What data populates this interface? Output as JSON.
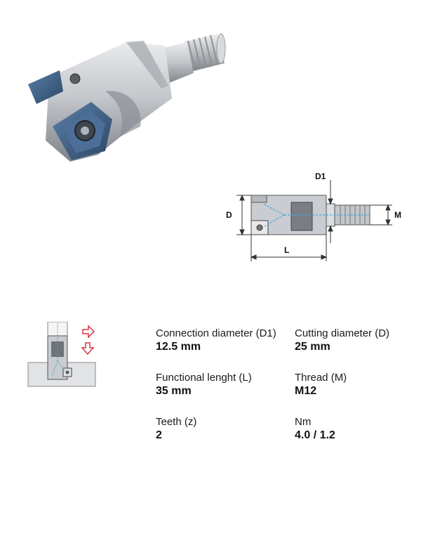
{
  "diagram": {
    "label_d1": "D1",
    "label_d": "D",
    "label_m": "M",
    "label_l": "L"
  },
  "specs": [
    {
      "label": "Connection diameter (D1)",
      "value": "12.5 mm"
    },
    {
      "label": "Cutting diameter (D)",
      "value": "25 mm"
    },
    {
      "label": "Functional lenght (L)",
      "value": "35 mm"
    },
    {
      "label": "Thread (M)",
      "value": "M12"
    },
    {
      "label": "Teeth (z)",
      "value": "2"
    },
    {
      "label": "Nm",
      "value": "4.0 / 1.2"
    }
  ],
  "colors": {
    "insert": "#3f5f86",
    "body": "#c9ccd0",
    "arrow": "#d9333f",
    "coolant": "#3fa9e0"
  }
}
